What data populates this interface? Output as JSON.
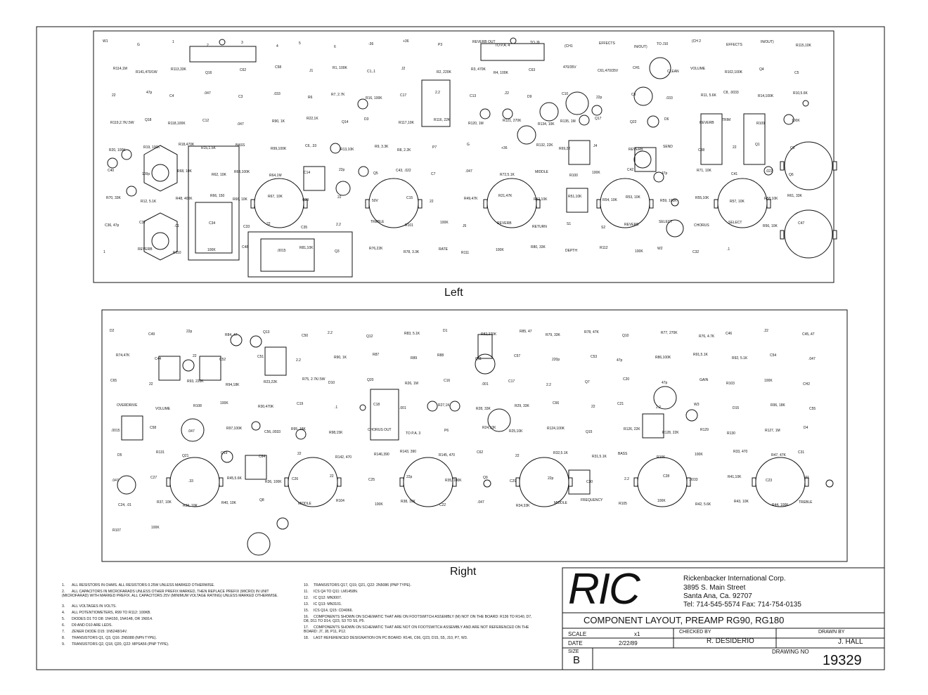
{
  "sections": {
    "left": "Left",
    "right": "Right"
  },
  "left_labels": [
    "W1",
    "G",
    "1",
    "2",
    "3",
    "4",
    "5",
    "6",
    "-36",
    "+36",
    "P3",
    "REVERB OUT",
    "TO P.A. 4",
    "TO J9",
    "(CH1",
    "EFFECTS",
    "IN/OUT)",
    "TO J10",
    "(CH 2",
    "EFFECTS",
    "IN/OUT)",
    "R115,10K",
    "R114,1M",
    "R141,470/1W",
    "R113,33K",
    "Q16",
    "C62",
    "C58",
    "J1",
    "R1, 100K",
    "C1,.1",
    "J2",
    "R2, 220K",
    "R3, 470K",
    "R4, 100K",
    "C63",
    "470/35V",
    "C61,470/35V",
    "CH1",
    "CLEAN",
    "VOLUME",
    "R102,100K",
    "Q4",
    "C5",
    "22",
    "47p",
    "C4",
    ".047",
    "C3",
    ".033",
    "R6",
    "R7, 2.7K",
    "R16, 100K",
    "C17",
    "2.2",
    "C13",
    ".22",
    "D9",
    "C10",
    "22p",
    "C9",
    ".033",
    "R11, 5.6K",
    "C8, .0033",
    "R14,100K",
    "R10,5.6K",
    "R119,2.7K/.5W",
    "Q18",
    "R118,100K",
    "C12",
    ".047",
    "R90, 1K",
    "R22,1K",
    "Q14",
    "D3",
    "R117,10K",
    "R116, 22K",
    "R120, 1M",
    "R121, 270K",
    "R134, 10K",
    "R135, 1M",
    "Q17",
    "Q22",
    "D6",
    "REVERB",
    "TRIM",
    "R109",
    "100K",
    "R20, 100K",
    "R19, 100K",
    "R18,470K",
    "R15,1.5K",
    "BASS",
    "R99,100K",
    "C6, .33",
    "R13,10K",
    "R9, 3.3K",
    "R8, 2.2K",
    "P7",
    "G",
    "+36",
    "R132, 22K",
    "R69,22",
    "J4",
    "REVERB",
    "SEND",
    "C38",
    "22",
    "Q1",
    "Q2",
    "C40",
    "100p",
    "R68, 10K",
    "R62, 10K",
    "R63,100K",
    "R64,1M",
    "C14",
    "22p",
    "Q5",
    "C43, .022",
    "C7",
    ".047",
    "R72,5.1K",
    "MIDDLE",
    "R100",
    "100K",
    "C42",
    "47p",
    "R71, 10K",
    "C41",
    ".022",
    "Q6",
    "R70, 33K",
    "R12, 5.1K",
    "R48, 400K",
    "R66, 150",
    "R66, 10K",
    "R67, 10K",
    "C39",
    "22",
    "50V",
    "C15",
    "22",
    "R49,47K",
    "R21,47K",
    "R52,10K",
    "R51,10K",
    "R54, 10K",
    "R53, 10K",
    "R59, 100K",
    "R55,10K",
    "R57, 10K",
    "R58,10K",
    "R61, 33K",
    "C36, 47p",
    "C37",
    ".01",
    "C34",
    "C33",
    "22",
    "C35",
    "2.2",
    "TREBLE",
    "R101",
    "100K",
    "J5",
    "REVERB",
    "RETURN",
    "S1",
    "S2",
    "REVERB",
    "SELECT",
    "CHORUS",
    "SELECT",
    "R56, 10K",
    "C47",
    "1",
    "REVERB",
    "R110",
    "100K",
    "C48",
    ".0015",
    "R81,10K",
    "Q3",
    "R76,22K",
    "R78, 3.3K",
    "RATE",
    "R111",
    "100K",
    "R80, 33K",
    "DEPTH",
    "R112",
    "100K",
    "W2",
    "C32",
    ".1"
  ],
  "right_labels": [
    "D2",
    "C49",
    "22p",
    "R84, 47",
    "Q13",
    "C50",
    "2.2",
    "Q12",
    "R83, 5.1K",
    "D1",
    "R82,270K",
    "R85, 47",
    "R79, 33K",
    "R78, 47K",
    "Q10",
    "R77, 270K",
    "R76, 4.7K",
    "C46",
    ".22",
    "C45,.47",
    "R74,47K",
    "C44",
    "22",
    "C52",
    "C51",
    "2.2",
    "R90, 1K",
    "R87",
    "R89",
    "R88",
    "Q11",
    "C57",
    "220p",
    "C53",
    "47p",
    "R86,100K",
    "R91,5.1K",
    "R92, 5.1K",
    "C54",
    ".047",
    "C65",
    "22",
    "R93, 220K",
    "R94,18K",
    "R23,22K",
    "R75, 2.7K/.5W",
    "D10",
    "Q20",
    "R26, 1M",
    "C16",
    ".001",
    "C17",
    "2.2",
    "Q7",
    "C20",
    "47p",
    "GAIN",
    "R103",
    "100K",
    "CH2",
    "OVERDRIVE",
    "VOLUME",
    "R108",
    "100K",
    "R30,470K",
    "C19",
    ".1",
    "C18",
    ".001",
    "R27,1K",
    "R28, 33K",
    "R29, 33K",
    "C66",
    "22",
    "C21",
    "2.2",
    "W3",
    "D15",
    "R96, 18K",
    "C55",
    ".0015",
    "C58",
    ".047",
    "R97,100K",
    "C56,.0033",
    "R95, 18K",
    "R98,15K",
    "CHORUS OUT",
    "TO P.A. 3",
    "P6",
    "R24,10K",
    "R25,10K",
    "R124,100K",
    "Q15",
    "R126, 22K",
    "R128, 22K",
    "R129",
    "R130",
    "R127, 1M",
    "D4",
    "D5",
    "R131",
    "Q21",
    "Q19",
    "C64",
    "22",
    "R142, 470",
    "R146,390",
    "R143, 390",
    "R145, 470",
    "C62",
    "22",
    "R32,5.1K",
    "R31,5.1K",
    "BASS",
    "R106",
    "100K",
    "R33, 470",
    "R47, 47K",
    "C31",
    ".047",
    "C27",
    ".33",
    "R45,5.6K",
    "R36, 100K",
    "C26",
    "22",
    "C25",
    "22p",
    "R35, 100K",
    "Q9",
    "C29",
    "22p",
    "C30",
    "2.2",
    "C28",
    ".0033",
    "R41,10K",
    "C23",
    ".01",
    "C24, .01",
    "R37, 10K",
    "R39, 10K",
    "R40, 10K",
    "Q8",
    "MIDDLE",
    "R104",
    "100K",
    "R38, 10K",
    "C22",
    ".047",
    "R34,33K",
    "MIDDLE",
    "FREQUENCY",
    "R105",
    "100K",
    "R42, 5.6K",
    "R43, 10K",
    "R44, 100K",
    "TREBLE",
    "R107",
    "100K"
  ],
  "notes": [
    {
      "n": "1.",
      "t": "ALL RESISTORS IN OHMS. ALL RESISTORS 0.25W UNLESS MARKED OTHERWISE."
    },
    {
      "n": "2.",
      "t": "ALL CAPACITORS IN MICROFARADS UNLESS OTHER PREFIX MARKED, THEN REPLACE PREFIX (MICRO) IN UNIT (MICROFARAD) WITH MARKED PREFIX. ALL CAPACITORS 25V (MINIMUM VOLTAGE RATING) UNLESS MARKED OTHERWISE."
    },
    {
      "n": "3.",
      "t": "ALL VOLTAGES IN VOLTS."
    },
    {
      "n": "4.",
      "t": "ALL POTENTIOMETERS, R99 TO R112: 100KB."
    },
    {
      "n": "5.",
      "t": "DIODES D1 TO D8: 1N4150, 1N4148, OR 1N914."
    },
    {
      "n": "6.",
      "t": "D9 AND D10 ARE LEDS."
    },
    {
      "n": "7.",
      "t": "ZENER DIODE D15: 1N5248/14V."
    },
    {
      "n": "8.",
      "t": "TRANSISTORS Q1, Q3, Q16: 2N5088 (NPN TYPE)."
    },
    {
      "n": "9.",
      "t": "TRANSISTORS Q2, Q18, Q20, Q22: MPSA56 (PNP TYPE)."
    },
    {
      "n": "10.",
      "t": "TRANSISTORS Q17, Q19, Q21, Q22: 2N5086 (PNP TYPE)."
    },
    {
      "n": "11.",
      "t": "ICS Q4 TO Q11: LM1458N."
    },
    {
      "n": "12.",
      "t": "IC Q12: MN3007."
    },
    {
      "n": "13.",
      "t": "IC Q13: MN3101."
    },
    {
      "n": "15.",
      "t": "ICS Q14, Q15: CD4066."
    },
    {
      "n": "16.",
      "t": "COMPONENTS SHOWN ON SCHEMATIC THAT ARE ON FOOTSWITCH ASSEMBLY (M) NOT ON THE BOARD: R136 TO R140, D7, D8, D11 TO D14, Q23, S3 TO S5, P5."
    },
    {
      "n": "17.",
      "t": "COMPONENTS SHOWN ON SCHEMATIC THAT ARE NOT ON FOOTSWITCH ASSEMBLY AND ARE NOT REFERENCED ON THE BOARD: J7, J8, P11, P12."
    },
    {
      "n": "18.",
      "t": "LAST REFERENCED DESIGNATION ON PC BOARD: R146, C66, Q23, D15, S5, J10, P7, W3."
    }
  ],
  "title_block": {
    "logo": "RIC",
    "company": "Rickenbacker International Corp.",
    "address1": "3895 S. Main Street",
    "address2": "Santa Ana, Ca. 92707",
    "phone": "Tel: 714-545-5574  Fax: 714-754-0135",
    "title": "COMPONENT LAYOUT, PREAMP RG90, RG180",
    "scale_label": "SCALE",
    "scale_value": "x1",
    "date_label": "DATE",
    "date_value": "2/22/89",
    "checked_label": "CHECKED BY",
    "checked_value": "R. DESIDERIO",
    "drawn_label": "DRAWN BY",
    "drawn_value": "J. HALL",
    "size_label": "SIZE",
    "size_value": "B",
    "drawing_no_label": "DRAWING NO",
    "drawing_no_value": "19329"
  }
}
